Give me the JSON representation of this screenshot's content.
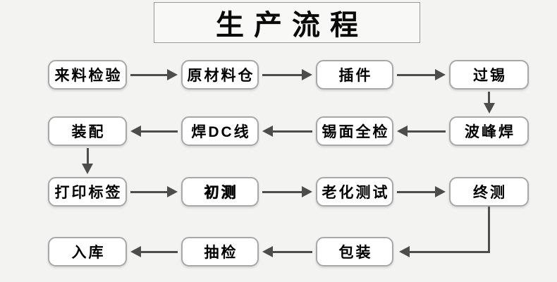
{
  "title": "生产流程",
  "colors": {
    "canvas_bg": "#f3f3f2",
    "title_bg": "#f8f8f7",
    "title_border": "#999999",
    "box_bg": "#ffffff",
    "box_border": "#a8a8a8",
    "arrow": "#4d4d4d"
  },
  "flow": {
    "rows": [
      {
        "arrow_direction": "right",
        "cells": [
          {
            "label": "来料检验"
          },
          {
            "label": "原材料仓"
          },
          {
            "label": "插件"
          },
          {
            "label": "过锡"
          }
        ]
      },
      {
        "arrow_direction": "left",
        "cells": [
          {
            "label": "装配"
          },
          {
            "label": "焊DC线"
          },
          {
            "label": "锡面全检"
          },
          {
            "label": "波峰焊"
          }
        ]
      },
      {
        "arrow_direction": "right",
        "cells": [
          {
            "label": "打印标签"
          },
          {
            "label": "初测",
            "bold": true
          },
          {
            "label": "老化测试"
          },
          {
            "label": "终测"
          }
        ]
      },
      {
        "arrow_direction": "left",
        "cells": [
          {
            "label": "入库"
          },
          {
            "label": "抽检"
          },
          {
            "label": "包装"
          }
        ]
      }
    ],
    "connectors": [
      {
        "from": "过锡",
        "to": "波峰焊",
        "style": "straight-down",
        "from_row": 0,
        "from_col": 3,
        "to_row": 1,
        "to_col": 3
      },
      {
        "from": "装配",
        "to": "打印标签",
        "style": "straight-down",
        "from_row": 1,
        "from_col": 0,
        "to_row": 2,
        "to_col": 0
      },
      {
        "from": "终测",
        "to": "包装",
        "style": "elbow-down-left",
        "from_row": 2,
        "from_col": 3,
        "to_row": 3,
        "to_col": 2
      }
    ]
  }
}
